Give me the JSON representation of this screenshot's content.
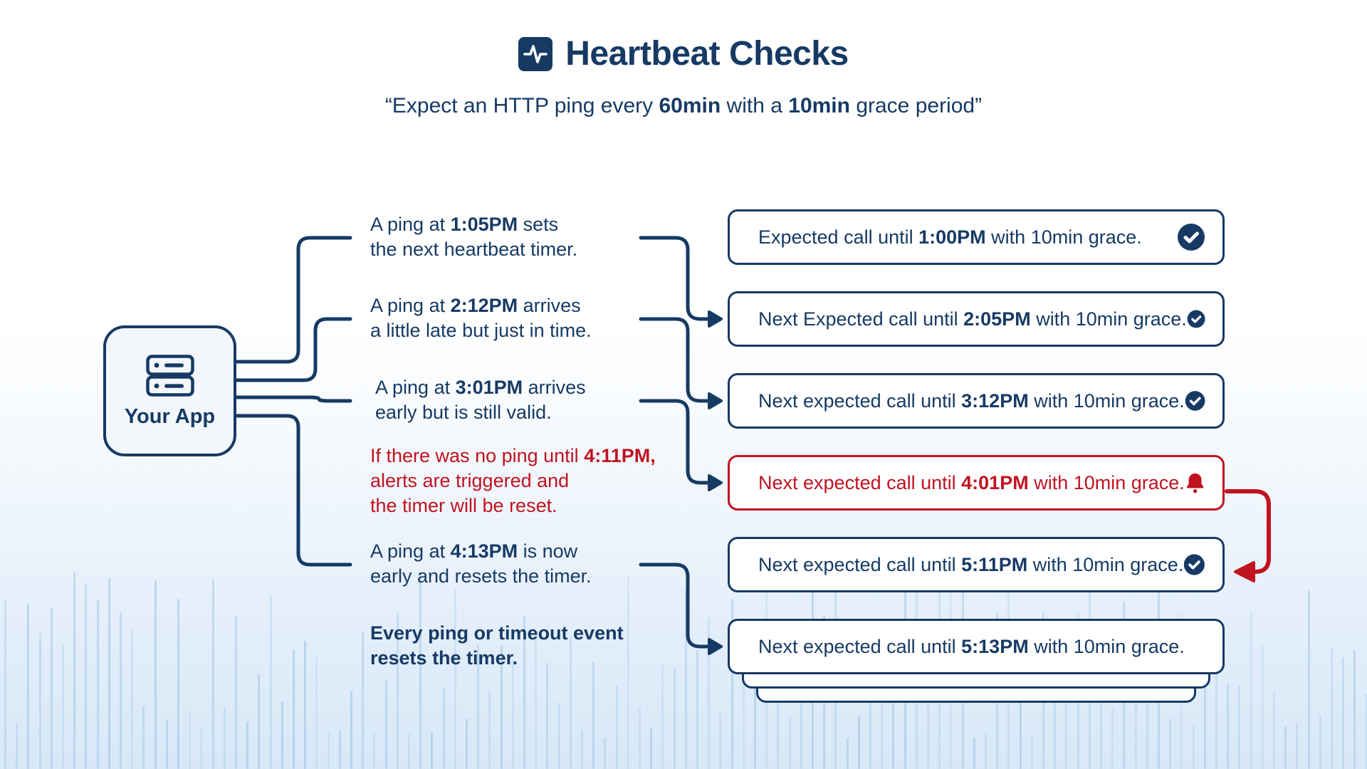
{
  "header": {
    "icon": "heartbeat-icon",
    "title": "Heartbeat Checks",
    "subtitle": [
      {
        "t": "“Expect an HTTP ping every "
      },
      {
        "t": "60min",
        "b": true
      },
      {
        "t": " with a "
      },
      {
        "t": "10min",
        "b": true
      },
      {
        "t": " grace period”"
      }
    ]
  },
  "app": {
    "icon": "server-icon",
    "label": "Your App"
  },
  "annotations": [
    {
      "id": "ping-1",
      "lines": [
        [
          {
            "t": "A ping at "
          },
          {
            "t": "1:05PM",
            "b": true
          },
          {
            "t": " sets"
          }
        ],
        [
          {
            "t": "the next heartbeat timer."
          }
        ]
      ]
    },
    {
      "id": "ping-2",
      "lines": [
        [
          {
            "t": "A ping at "
          },
          {
            "t": "2:12PM",
            "b": true
          },
          {
            "t": " arrives"
          }
        ],
        [
          {
            "t": "a little late but just in time."
          }
        ]
      ]
    },
    {
      "id": "ping-3",
      "lines": [
        [
          {
            "t": "A ping at "
          },
          {
            "t": "3:01PM",
            "b": true
          },
          {
            "t": " arrives"
          }
        ],
        [
          {
            "t": "early but is still valid."
          }
        ]
      ]
    },
    {
      "id": "timeout",
      "color": "red",
      "lines": [
        [
          {
            "t": "If there was no ping until "
          },
          {
            "t": "4:11PM,",
            "b": true
          }
        ],
        [
          {
            "t": "alerts are triggered and"
          }
        ],
        [
          {
            "t": "the timer will be reset."
          }
        ]
      ]
    },
    {
      "id": "ping-4",
      "lines": [
        [
          {
            "t": "A ping at "
          },
          {
            "t": "4:13PM",
            "b": true
          },
          {
            "t": " is now"
          }
        ],
        [
          {
            "t": "early and resets the timer."
          }
        ]
      ]
    },
    {
      "id": "rule",
      "bold": true,
      "lines": [
        [
          {
            "t": "Every ping or timeout event"
          }
        ],
        [
          {
            "t": "resets the timer."
          }
        ]
      ]
    }
  ],
  "timeline": [
    {
      "id": "slot-1",
      "icon": "check",
      "status": "ok",
      "text": [
        {
          "t": "Expected call until "
        },
        {
          "t": "1:00PM",
          "b": true
        },
        {
          "t": " with 10min grace."
        }
      ]
    },
    {
      "id": "slot-2",
      "icon": "check",
      "status": "ok",
      "text": [
        {
          "t": "Next Expected call until "
        },
        {
          "t": "2:05PM",
          "b": true
        },
        {
          "t": " with 10min grace."
        }
      ]
    },
    {
      "id": "slot-3",
      "icon": "check",
      "status": "ok",
      "text": [
        {
          "t": "Next expected call until "
        },
        {
          "t": "3:12PM",
          "b": true
        },
        {
          "t": " with 10min grace."
        }
      ]
    },
    {
      "id": "slot-4",
      "icon": "bell",
      "status": "alert",
      "text": [
        {
          "t": "Next expected call until "
        },
        {
          "t": "4:01PM",
          "b": true
        },
        {
          "t": " with 10min grace."
        }
      ]
    },
    {
      "id": "slot-5",
      "icon": "check",
      "status": "ok",
      "text": [
        {
          "t": "Next expected call until "
        },
        {
          "t": "5:11PM",
          "b": true
        },
        {
          "t": " with 10min grace."
        }
      ]
    },
    {
      "id": "slot-6",
      "icon": "none",
      "status": "ok",
      "text": [
        {
          "t": "Next expected call until "
        },
        {
          "t": "5:13PM",
          "b": true
        },
        {
          "t": " with 10min grace."
        }
      ]
    }
  ],
  "colors": {
    "navy": "#163a64",
    "red": "#c01320",
    "app_box_bg": "#f3f6fa",
    "waveform_bar": "#9cc3e6"
  }
}
